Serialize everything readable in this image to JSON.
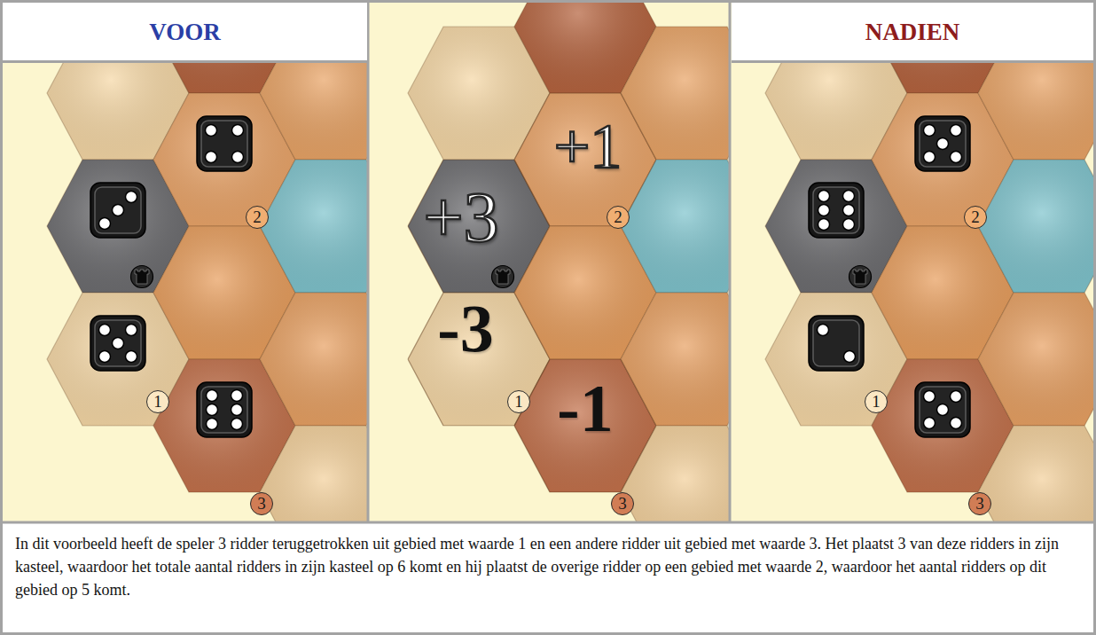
{
  "diagram": {
    "caption": "In dit voorbeeld heeft de speler 3 ridder teruggetrokken uit gebied met waarde 1 en een andere ridder uit gebied met waarde 3. Het plaatst 3 van deze ridders in zijn kasteel, waardoor het totale aantal ridders in zijn kasteel op 6 komt en hij plaatst de overige ridder op een gebied met waarde 2, waardoor het aantal ridders op dit gebied op 5 komt.",
    "nodes": [
      {
        "text": [
          "VOOR"
        ]
      },
      {
        "text": [
          "+1"
        ]
      },
      {
        "text": [
          "+3"
        ]
      },
      {
        "text": [
          "-3"
        ]
      },
      {
        "text": [
          "-1"
        ]
      },
      {
        "text": [
          "NADIEN"
        ]
      }
    ],
    "labels": [
      "2",
      "1",
      "3",
      "2",
      "1",
      "3",
      "2",
      "1",
      "3"
    ]
  }
}
